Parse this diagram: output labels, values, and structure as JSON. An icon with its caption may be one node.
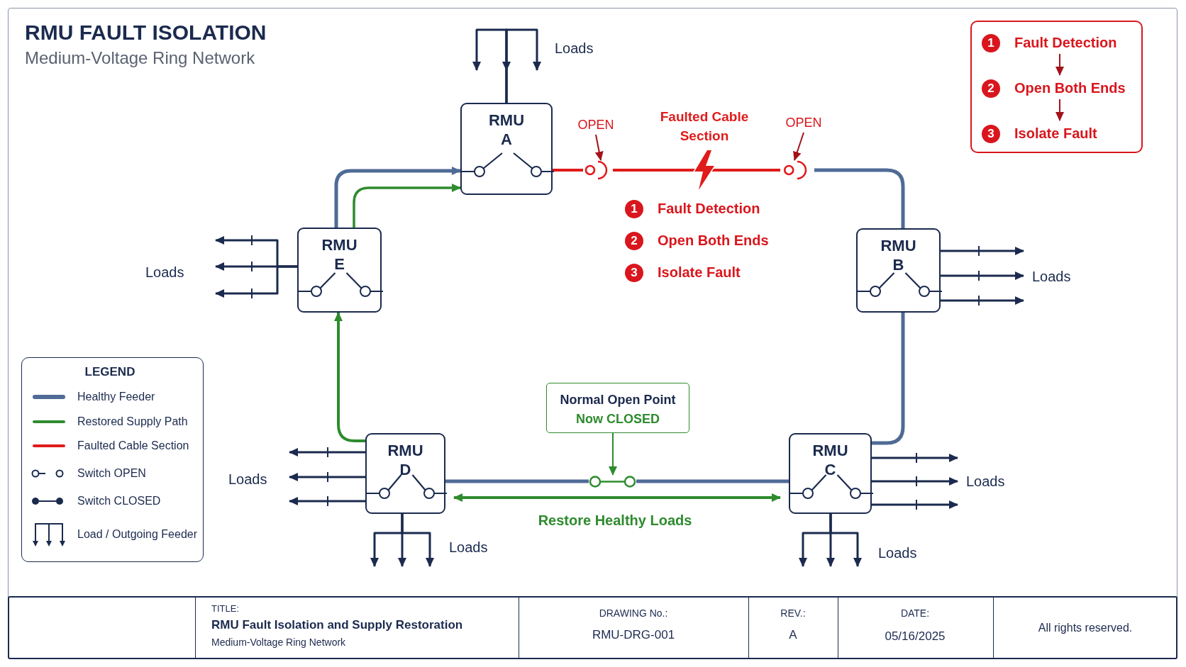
{
  "diagram": {
    "title": "RMU FAULT ISOLATION",
    "nodes": [
      {
        "text": [
          "RMU A"
        ]
      },
      {
        "text": [
          "RMU B"
        ]
      },
      {
        "text": [
          "RMU C"
        ]
      },
      {
        "text": [
          "RMU D"
        ]
      },
      {
        "text": [
          "RMU E"
        ]
      },
      {
        "text": [
          "Normal Open Point",
          "Now CLOSED"
        ]
      },
      {
        "text": [],
        "shape": "switch"
      },
      {
        "text": [
          "OPEN"
        ]
      },
      {
        "text": [],
        "shape": "switch"
      },
      {
        "text": [
          "OPEN"
        ]
      },
      {
        "text": [],
        "shape": "switch"
      },
      {
        "text": [],
        "shape": "box"
      },
      {
        "text": [
          "1",
          "Fault Detection"
        ],
        "in": 11
      },
      {
        "text": [
          "2",
          "Open Both Ends"
        ],
        "in": 11
      },
      {
        "text": [
          "3",
          "Isolate Fault"
        ],
        "in": 11
      },
      {
        "text": [
          "Loads"
        ]
      },
      {
        "text": [
          "Loads"
        ]
      },
      {
        "text": [
          "Loads"
        ]
      },
      {
        "text": [
          "1",
          "Fault Detection"
        ]
      },
      {
        "text": [
          "2",
          "Open Both Ends"
        ]
      },
      {
        "text": [
          "3",
          "Isolate Fault"
        ]
      }
    ],
    "edges": [
      {
        "from": 0,
        "to": 8,
        "arrow": "none",
        "color": "#e01b1b"
      },
      {
        "from": 8,
        "to": 10,
        "arrow": "none",
        "color": "#e01b1b"
      },
      {
        "from": 10,
        "to": 1,
        "arrow": "none",
        "color": "#4f6b96"
      },
      {
        "from": 1,
        "to": 2,
        "arrow": "none",
        "color": "#4f6b96"
      },
      {
        "from": 2,
        "to": 6,
        "arrow": "none",
        "color": "#4f6b96"
      },
      {
        "from": 6,
        "to": 3,
        "arrow": "none",
        "color": "#4f6b96"
      },
      {
        "from": 3,
        "to": 2,
        "arrow": "both",
        "label": "Restore Healthy Loads",
        "color": "#2e8b2e"
      },
      {
        "from": 3,
        "to": 4,
        "arrow": "to",
        "color": "#2e8b2e"
      },
      {
        "from": 4,
        "to": 0,
        "arrow": "to",
        "color": "#4f6b96"
      },
      {
        "from": 4,
        "to": 0,
        "arrow": "to",
        "color": "#2e8b2e"
      },
      {
        "from": 5,
        "to": 6,
        "arrow": "to",
        "color": "#2e8b2e"
      },
      {
        "from": 7,
        "to": 8,
        "arrow": "to",
        "color": "#a3121a"
      },
      {
        "from": 9,
        "to": 10,
        "arrow": "to",
        "color": "#a3121a"
      },
      {
        "from": 0,
        "to": null,
        "arrow": "to"
      },
      {
        "from": 0,
        "to": null,
        "arrow": "to"
      },
      {
        "from": 0,
        "to": null,
        "arrow": "to"
      },
      {
        "from": 4,
        "to": null,
        "arrow": "to"
      },
      {
        "from": 4,
        "to": null,
        "arrow": "to"
      },
      {
        "from": 4,
        "to": null,
        "arrow": "to"
      },
      {
        "from": 1,
        "to": 15,
        "arrow": "to"
      },
      {
        "from": 1,
        "to": 15,
        "arrow": "to"
      },
      {
        "from": 1,
        "to": 15,
        "arrow": "to"
      },
      {
        "from": 3,
        "to": 16,
        "arrow": "to"
      },
      {
        "from": 3,
        "to": 16,
        "arrow": "to"
      },
      {
        "from": 3,
        "to": 16,
        "arrow": "to"
      },
      {
        "from": 3,
        "to": null,
        "arrow": "to"
      },
      {
        "from": 3,
        "to": null,
        "arrow": "to"
      },
      {
        "from": 3,
        "to": null,
        "arrow": "to"
      },
      {
        "from": 2,
        "to": 17,
        "arrow": "to"
      },
      {
        "from": 2,
        "to": 17,
        "arrow": "to"
      },
      {
        "from": 2,
        "to": 17,
        "arrow": "to"
      },
      {
        "from": 2,
        "to": null,
        "arrow": "to"
      },
      {
        "from": 2,
        "to": null,
        "arrow": "to"
      },
      {
        "from": 2,
        "to": null,
        "arrow": "to"
      },
      {
        "from": 12,
        "to": 13,
        "arrow": "to",
        "color": "#a3121a"
      },
      {
        "from": 13,
        "to": 14,
        "arrow": "to",
        "color": "#a3121a"
      }
    ],
    "labels": [
      "Medium-Voltage Ring Network",
      "Loads",
      "Faulted Cable Section",
      "Loads",
      "LEGEND",
      "Loads",
      "Loads",
      "TITLE:",
      "RMU Fault Isolation and Supply Restoration",
      "Medium-Voltage Ring Network",
      "DRAWING No.:",
      "RMU-DRG-001",
      "REV.:",
      "A",
      "DATE:",
      "05/16/2025",
      "All rights reserved."
    ],
    "legend": [
      {
        "text": "Healthy Feeder",
        "color": "#4f6b96"
      },
      {
        "text": "Restored Supply Path",
        "color": "#2e8b2e"
      },
      {
        "text": "Faulted Cable Section",
        "color": "#e01b1b"
      },
      {
        "text": "Switch OPEN"
      },
      {
        "text": "Switch CLOSED"
      },
      {
        "text": "Load / Outgoing Feeder"
      }
    ]
  }
}
